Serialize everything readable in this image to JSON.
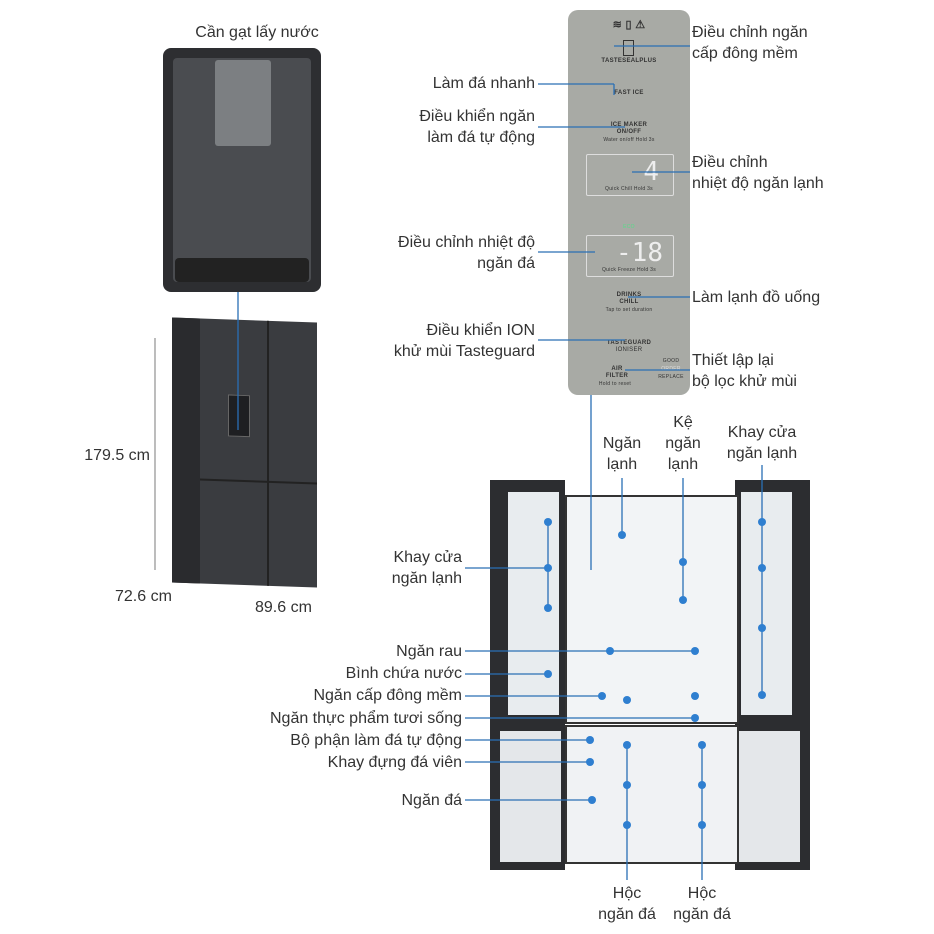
{
  "dispenser": {
    "title": "Cần gạt lấy nước"
  },
  "dimensions": {
    "height": "179.5 cm",
    "depth": "72.6 cm",
    "width": "89.6 cm"
  },
  "panel": {
    "tasteseal": "TASTESEALPLUS",
    "fast_ice": "FAST ICE",
    "ice_maker": "ICE MAKER",
    "ice_maker2": "ON/OFF",
    "ice_maker_hint": "Water on/off Hold 3s",
    "fridge_temp": "4",
    "quick_chill": "Quick Chill Hold 3s",
    "eco": "ECO",
    "freezer_temp": "-18",
    "quick_freeze": "Quick Freeze Hold 3s",
    "drinks": "DRINKS",
    "chill": "CHILL",
    "drinks_hint": "Tap to set duration",
    "tasteguard": "TASTEGUARD",
    "ioniser": "IONISER",
    "air": "AIR",
    "filter": "FILTER",
    "filter_hint": "Hold to reset",
    "good": "GOOD",
    "order": "ORDER",
    "replace": "REPLACE"
  },
  "callouts_right": [
    [
      "Điều chỉnh ngăn",
      "cấp đông mềm"
    ],
    [
      "Điều chỉnh",
      "nhiệt độ ngăn lạnh"
    ],
    [
      "Làm lạnh đồ uống"
    ],
    [
      "Thiết lập lại",
      "bộ lọc khử mùi"
    ]
  ],
  "callouts_left": [
    [
      "Làm đá nhanh"
    ],
    [
      "Điều khiển ngăn",
      "làm đá tự động"
    ],
    [
      "Điều chỉnh nhiệt độ",
      "ngăn đá"
    ],
    [
      "Điều khiển ION",
      "khử mùi Tasteguard"
    ]
  ],
  "fridge_top": [
    [
      "Ngăn",
      "lạnh"
    ],
    [
      "Kệ",
      "ngăn",
      "lạnh"
    ],
    [
      "Khay cửa",
      "ngăn lạnh"
    ]
  ],
  "fridge_left": {
    "door_tray": [
      "Khay cửa",
      "ngăn lạnh"
    ],
    "items": [
      "Ngăn rau",
      "Bình chứa nước",
      "Ngăn cấp đông mềm",
      "Ngăn thực phẩm tươi sống",
      "Bộ phận làm đá tự động",
      "Khay đựng đá viên",
      "Ngăn đá"
    ]
  },
  "fridge_bottom": [
    [
      "Hộc",
      "ngăn đá"
    ],
    [
      "Hộc",
      "ngăn đá"
    ]
  ],
  "colors": {
    "line": "#2a6fb5",
    "dot": "#2f7fd0",
    "panel": "#a8aaa5",
    "fridge": "#3a3c40"
  }
}
